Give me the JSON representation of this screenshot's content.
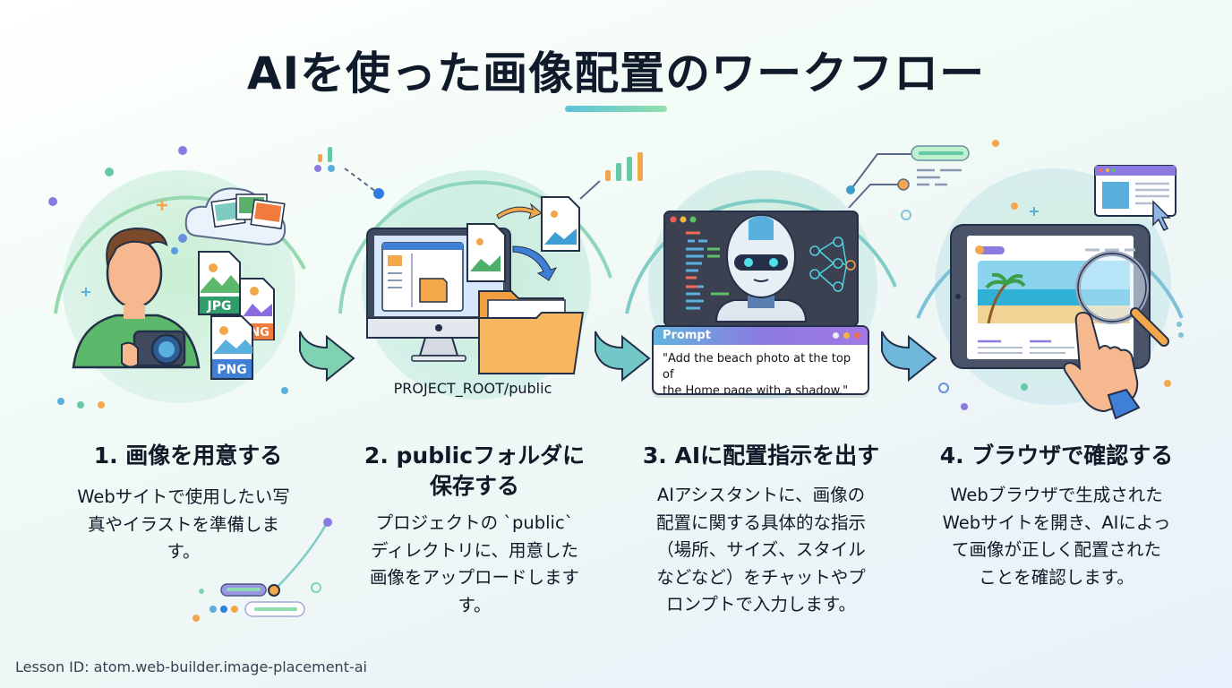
{
  "title": "AIを使った画像配置のワークフロー",
  "accent_colors": {
    "green": "#8fdcae",
    "teal": "#6cc9c0",
    "blue": "#5ab0dc",
    "orange": "#f4a64a",
    "purple": "#8b7be0",
    "dark": "#0f1b2b"
  },
  "steps": [
    {
      "number": "1",
      "title": "1. 画像を用意する",
      "description_lines": [
        "Webサイトで使用したい写",
        "真やイラストを準備しま",
        "す。"
      ],
      "illustration": "photographer-with-camera-and-image-files",
      "file_labels": [
        "JPG",
        "NG",
        "PNG"
      ]
    },
    {
      "number": "2",
      "title_lines": [
        "2. publicフォルダに",
        "保存する"
      ],
      "description_lines": [
        "プロジェクトの `public`",
        "ディレクトリに、用意した",
        "画像をアップロードします",
        "す。"
      ],
      "illustration": "computer-uploading-to-folder",
      "path_label": "PROJECT_ROOT/public"
    },
    {
      "number": "3",
      "title": "3. AIに配置指示を出す",
      "description_lines": [
        "AIアシスタントに、画像の",
        "配置に関する具体的な指示",
        "（場所、サイズ、スタイル",
        "などなど）をチャットやプ",
        "ロンプトで入力します。"
      ],
      "illustration": "robot-assistant-with-code",
      "prompt": {
        "header": "Prompt",
        "text_lines": [
          "\"Add the beach photo at the top of",
          "the Home page with a shadow.\""
        ]
      }
    },
    {
      "number": "4",
      "title": "4. ブラウザで確認する",
      "description_lines": [
        "Webブラウザで生成された",
        "Webサイトを開き、AIによっ",
        "て画像が正しく配置された",
        "ことを確認します。"
      ],
      "illustration": "tablet-with-beach-image-and-magnifier"
    }
  ],
  "footer": {
    "lesson_id": "Lesson ID: atom.web-builder.image-placement-ai"
  }
}
